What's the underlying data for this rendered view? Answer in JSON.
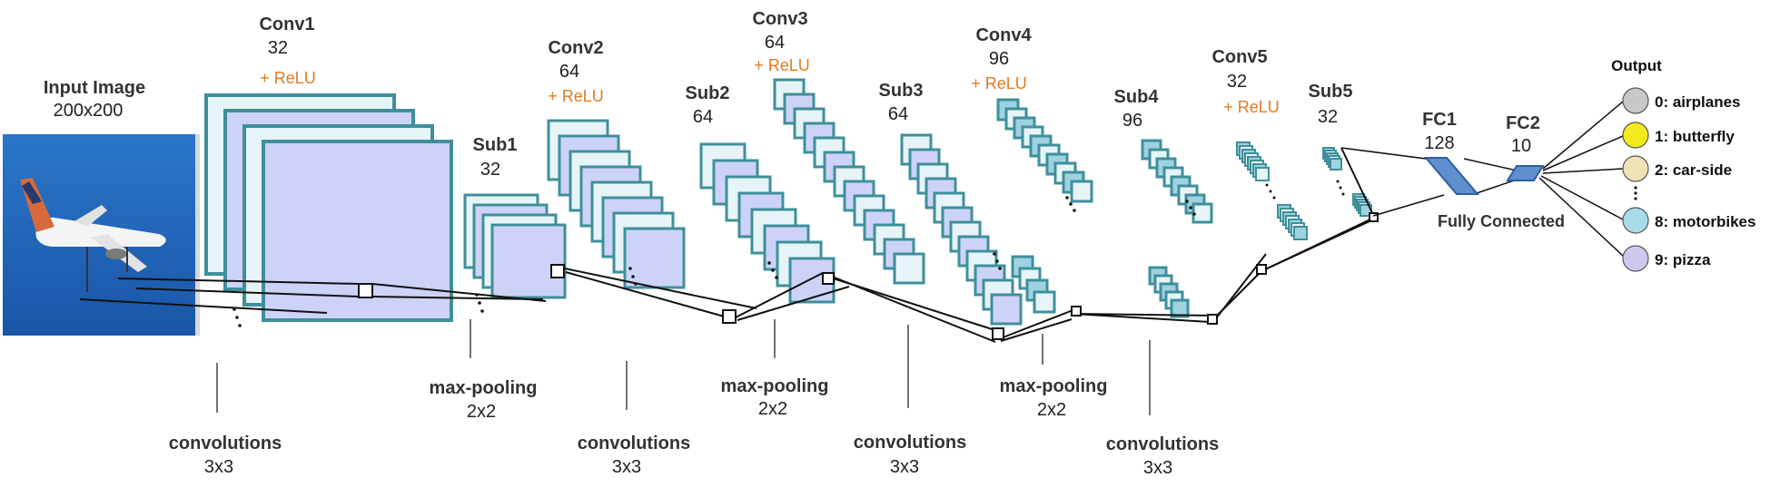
{
  "input": {
    "title": "Input Image",
    "size": "200x200"
  },
  "layers": {
    "conv1": {
      "name": "Conv1",
      "maps": "32",
      "activation": "+ ReLU"
    },
    "sub1": {
      "name": "Sub1",
      "maps": "32"
    },
    "conv2": {
      "name": "Conv2",
      "maps": "64",
      "activation": "+ ReLU"
    },
    "sub2": {
      "name": "Sub2",
      "maps": "64"
    },
    "conv3": {
      "name": "Conv3",
      "maps": "64",
      "activation": "+ ReLU"
    },
    "sub3": {
      "name": "Sub3",
      "maps": "64"
    },
    "conv4": {
      "name": "Conv4",
      "maps": "96",
      "activation": "+ ReLU"
    },
    "sub4": {
      "name": "Sub4",
      "maps": "96"
    },
    "conv5": {
      "name": "Conv5",
      "maps": "32",
      "activation": "+ ReLU"
    },
    "sub5": {
      "name": "Sub5",
      "maps": "32"
    },
    "fc1": {
      "name": "FC1",
      "units": "128"
    },
    "fc2": {
      "name": "FC2",
      "units": "10"
    }
  },
  "operations": {
    "conv_1": {
      "name": "convolutions",
      "size": "3x3"
    },
    "pool_1": {
      "name": "max-pooling",
      "size": "2x2"
    },
    "conv_2": {
      "name": "convolutions",
      "size": "3x3"
    },
    "pool_2": {
      "name": "max-pooling",
      "size": "2x2"
    },
    "conv_3": {
      "name": "convolutions",
      "size": "3x3"
    },
    "pool_3": {
      "name": "max-pooling",
      "size": "2x2"
    },
    "conv_4": {
      "name": "convolutions",
      "size": "3x3"
    }
  },
  "fully_connected_label": "Fully Connected",
  "output": {
    "title": "Output",
    "classes": [
      {
        "label": "0: airplanes",
        "color": "#c8c8c8"
      },
      {
        "label": "1: butterfly",
        "color": "#f2ea1e"
      },
      {
        "label": "2: car-side",
        "color": "#efe3b6"
      },
      {
        "label": "8: motorbikes",
        "color": "#a9dcea"
      },
      {
        "label": "9: pizza",
        "color": "#cfc8ee"
      }
    ]
  },
  "colors": {
    "map_border": "#3f8f9b",
    "map_fill_light": "#e6f4f7",
    "map_fill_lavender": "#cdd3f7",
    "small_map_fill": "#9fd2e0",
    "fc_fill": "#5f8fcf",
    "relu_text": "#e07b22"
  }
}
